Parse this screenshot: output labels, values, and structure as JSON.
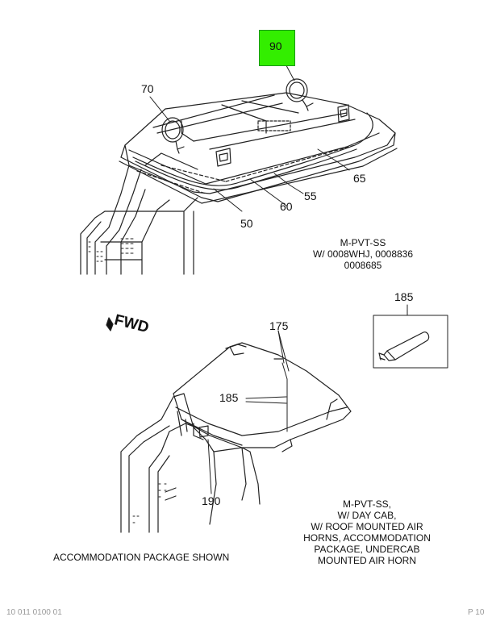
{
  "callouts": {
    "c90": "90",
    "c70": "70",
    "c65": "65",
    "c55": "55",
    "c60": "60",
    "c50": "50",
    "c185_top": "185",
    "c175": "175",
    "c185_mid": "185",
    "c190": "190"
  },
  "notes": {
    "upper": "M-PVT-SS\nW/ 0008WHJ, 0008836\n0008685",
    "lower": "M-PVT-SS,\nW/ DAY CAB,\nW/ ROOF MOUNTED AIR\nHORNS, ACCOMMODATION\nPACKAGE, UNDERCAB\nMOUNTED AIR HORN"
  },
  "caption": "ACCOMMODATION PACKAGE SHOWN",
  "fwd_label": "FWD",
  "footer": {
    "left": "10 011 0100 01",
    "right": "P 10"
  },
  "colors": {
    "highlight": "#33ee00",
    "line": "#111111"
  }
}
